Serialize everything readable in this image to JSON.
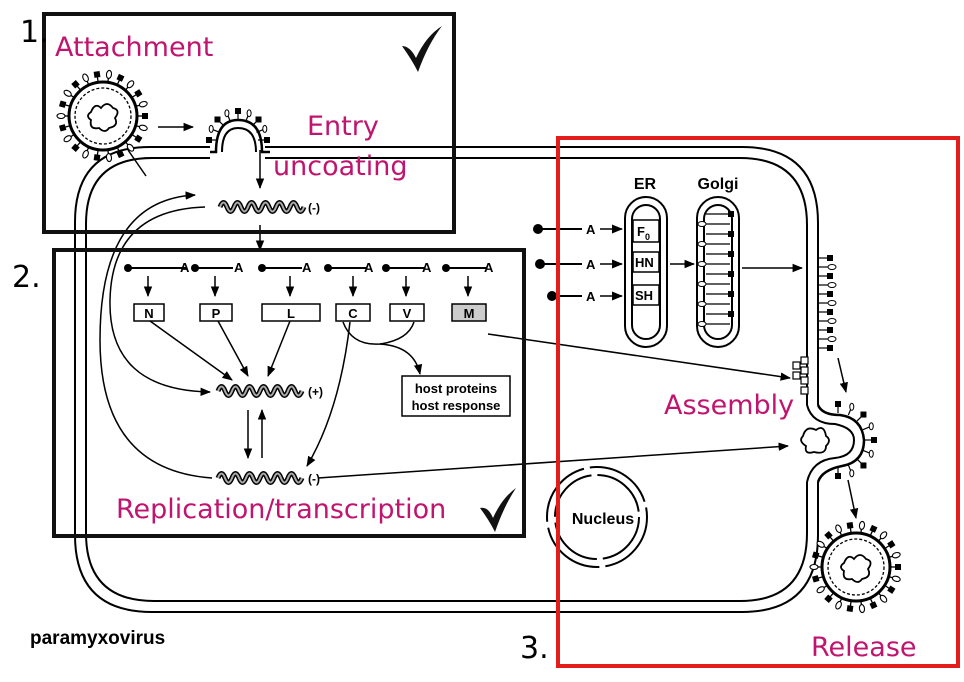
{
  "steps": {
    "s1": {
      "number": "1.",
      "title": "Attachment"
    },
    "s1b": {
      "entry": "Entry",
      "uncoating": "uncoating"
    },
    "s2": {
      "number": "2.",
      "title": "Replication/transcription"
    },
    "s3": {
      "number": "3.",
      "assembly": "Assembly",
      "release": "Release"
    }
  },
  "genes": [
    "N",
    "P",
    "L",
    "C",
    "V",
    "M"
  ],
  "attach_site": "A",
  "strands": {
    "neg": "(-)",
    "pos": "(+)"
  },
  "host": {
    "line1": "host proteins",
    "line2": "host response"
  },
  "organelles": {
    "er": "ER",
    "golgi": "Golgi",
    "nucleus": "Nucleus"
  },
  "er_proteins": [
    {
      "base": "F",
      "sub": "0"
    },
    {
      "base": "HN",
      "sub": ""
    },
    {
      "base": "SH",
      "sub": ""
    }
  ],
  "caption": "paramyxovirus",
  "colors": {
    "accent": "#c0156e",
    "box_black": "#111111",
    "box_red": "#e41c1c"
  },
  "icons": {
    "check": "checkmark-icon"
  }
}
